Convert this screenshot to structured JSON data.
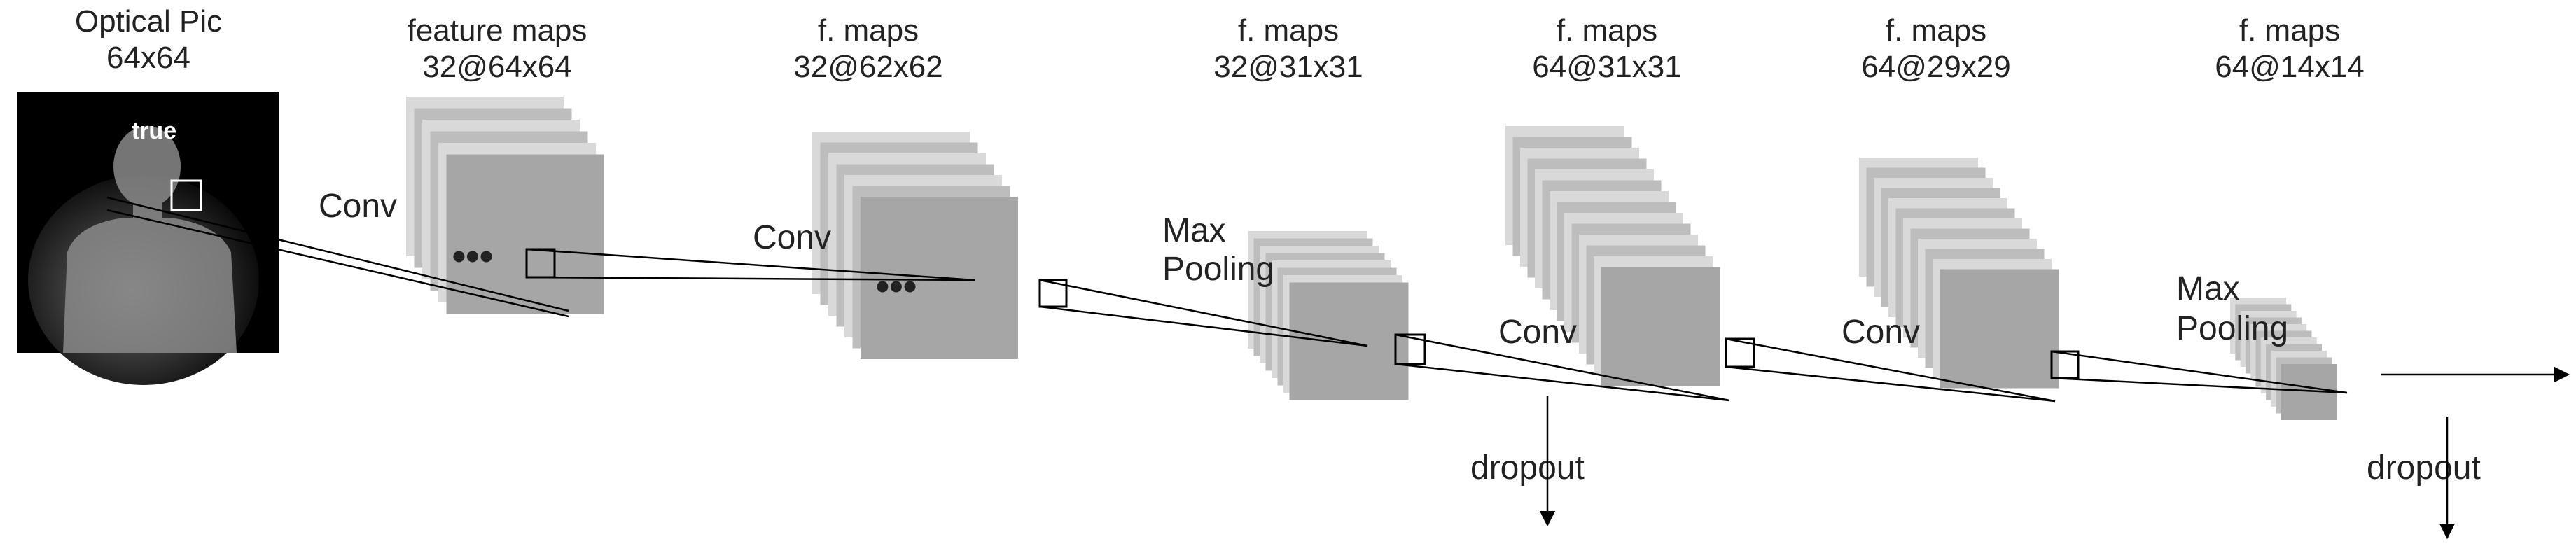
{
  "input": {
    "title": "Optical Pic",
    "size": "64x64",
    "overlay_text": "true"
  },
  "stages": [
    {
      "title": "feature maps",
      "size": "32@64x64"
    },
    {
      "title": "f. maps",
      "size": "32@62x62"
    },
    {
      "title": "f. maps",
      "size": "32@31x31"
    },
    {
      "title": "f. maps",
      "size": "64@31x31"
    },
    {
      "title": "f. maps",
      "size": "64@29x29"
    },
    {
      "title": "f. maps",
      "size": "64@14x14"
    }
  ],
  "operations": {
    "conv1": "Conv",
    "conv2": "Conv",
    "pool1_line1": "Max",
    "pool1_line2": "Pooling",
    "conv3": "Conv",
    "conv4": "Conv",
    "pool2_line1": "Max",
    "pool2_line2": "Pooling",
    "dropout1": "dropout",
    "dropout2": "dropout"
  },
  "ellipsis": "•••",
  "colors": {
    "front_map": "#a6a6a6",
    "mid_map": "#bdbdbd",
    "back_map": "#d9d9d9",
    "line": "#000000",
    "photo_bg": "#000000"
  }
}
